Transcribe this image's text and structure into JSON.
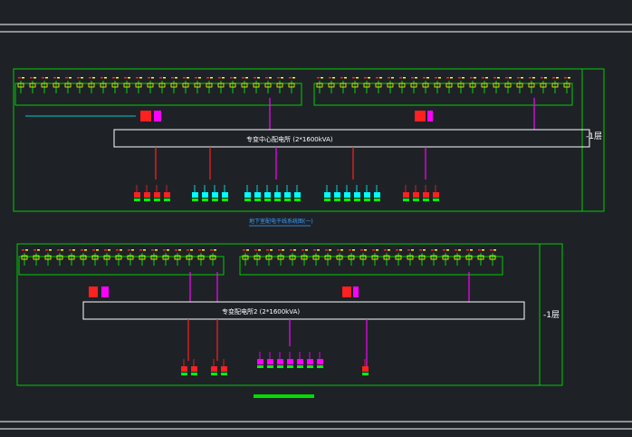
{
  "colors": {
    "background": "#1e2227",
    "frame": "#00cc00",
    "bus": "#ffffff",
    "breaker_yellow": "#ffff00",
    "breaker_green": "#00ff00",
    "feeder_red": "#ff2020",
    "feeder_magenta": "#ff00ff",
    "feeder_cyan": "#00ffff",
    "label_white": "#ffffff",
    "caption_blue": "#3aa0ff",
    "scale_bar": "#00dd00"
  },
  "icons": [
    "switchgear-panel-icon",
    "breaker-icon",
    "transformer-icon",
    "distribution-box-icon"
  ],
  "diagrams": [
    {
      "bus_label": "专变中心配电所 (2*1600kVA)",
      "floor_label": "-1层",
      "caption": "地下室配电干线系统图(一)"
    },
    {
      "bus_label": "专变配电所2 (2*1600kVA)",
      "floor_label": "-1层",
      "caption": ""
    }
  ]
}
